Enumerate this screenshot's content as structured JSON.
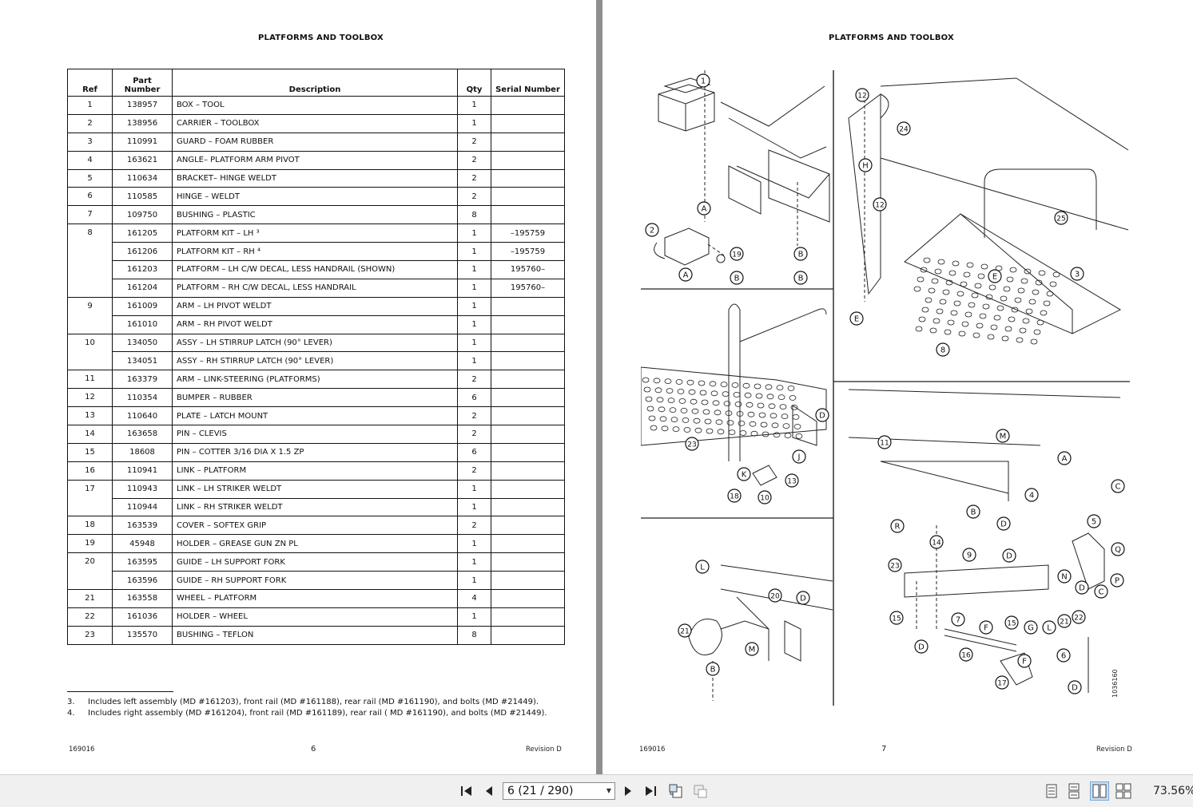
{
  "left_page": {
    "title": "PLATFORMS AND TOOLBOX",
    "footer_left": "169016",
    "footer_center": "6",
    "footer_right": "Revision  D"
  },
  "right_page": {
    "title": "PLATFORMS AND TOOLBOX",
    "footer_left": "169016",
    "footer_center": "7",
    "footer_right": "Revision  D",
    "figure_id": "1036160",
    "callouts": [
      "1",
      "2",
      "A",
      "19",
      "B",
      "B",
      "A",
      "B",
      "12",
      "24",
      "H",
      "12",
      "25",
      "3",
      "E",
      "E",
      "8",
      "D",
      "23",
      "J",
      "K",
      "13",
      "18",
      "10",
      "11",
      "M",
      "A",
      "4",
      "B",
      "D",
      "C",
      "R",
      "14",
      "9",
      "D",
      "5",
      "Q",
      "23",
      "N",
      "P",
      "D",
      "C",
      "15",
      "7",
      "F",
      "15",
      "G",
      "L",
      "21",
      "22",
      "D",
      "16",
      "F",
      "6",
      "17",
      "D",
      "L",
      "20",
      "D",
      "21",
      "M",
      "B"
    ]
  },
  "table": {
    "headers": {
      "ref": "Ref",
      "part_line1": "Part",
      "part_line2": "Number",
      "desc": "Description",
      "qty": "Qty",
      "serial": "Serial Number"
    },
    "rows": [
      {
        "ref": "1",
        "part": "138957",
        "desc": "BOX – TOOL",
        "qty": "1",
        "serial": ""
      },
      {
        "ref": "2",
        "part": "138956",
        "desc": "CARRIER – TOOLBOX",
        "qty": "1",
        "serial": ""
      },
      {
        "ref": "3",
        "part": "110991",
        "desc": "GUARD – FOAM RUBBER",
        "qty": "2",
        "serial": ""
      },
      {
        "ref": "4",
        "part": "163621",
        "desc": "ANGLE– PLATFORM ARM PIVOT",
        "qty": "2",
        "serial": ""
      },
      {
        "ref": "5",
        "part": "110634",
        "desc": "BRACKET– HINGE WELDT",
        "qty": "2",
        "serial": ""
      },
      {
        "ref": "6",
        "part": "110585",
        "desc": "HINGE – WELDT",
        "qty": "2",
        "serial": ""
      },
      {
        "ref": "7",
        "part": "109750",
        "desc": "BUSHING – PLASTIC",
        "qty": "8",
        "serial": ""
      },
      {
        "ref": "8",
        "part": "161205",
        "desc": "PLATFORM KIT – LH ³",
        "qty": "1",
        "serial": "–195759"
      },
      {
        "ref": "",
        "part": "161206",
        "desc": "PLATFORM KIT – RH ⁴",
        "qty": "1",
        "serial": "–195759"
      },
      {
        "ref": "",
        "part": "161203",
        "desc": "PLATFORM – LH C/W DECAL, LESS HANDRAIL (SHOWN)",
        "qty": "1",
        "serial": "195760–"
      },
      {
        "ref": "",
        "part": "161204",
        "desc": "PLATFORM – RH C/W DECAL, LESS HANDRAIL",
        "qty": "1",
        "serial": "195760–"
      },
      {
        "ref": "9",
        "part": "161009",
        "desc": "ARM – LH PIVOT WELDT",
        "qty": "1",
        "serial": ""
      },
      {
        "ref": "",
        "part": "161010",
        "desc": "ARM – RH PIVOT WELDT",
        "qty": "1",
        "serial": ""
      },
      {
        "ref": "10",
        "part": "134050",
        "desc": "ASSY – LH STIRRUP LATCH (90° LEVER)",
        "qty": "1",
        "serial": ""
      },
      {
        "ref": "",
        "part": "134051",
        "desc": "ASSY – RH STIRRUP LATCH (90° LEVER)",
        "qty": "1",
        "serial": ""
      },
      {
        "ref": "11",
        "part": "163379",
        "desc": "ARM – LINK-STEERING (PLATFORMS)",
        "qty": "2",
        "serial": ""
      },
      {
        "ref": "12",
        "part": "110354",
        "desc": "BUMPER – RUBBER",
        "qty": "6",
        "serial": ""
      },
      {
        "ref": "13",
        "part": "110640",
        "desc": "PLATE – LATCH MOUNT",
        "qty": "2",
        "serial": ""
      },
      {
        "ref": "14",
        "part": "163658",
        "desc": "PIN – CLEVIS",
        "qty": "2",
        "serial": ""
      },
      {
        "ref": "15",
        "part": "18608",
        "desc": "PIN – COTTER 3/16 DIA X 1.5 ZP",
        "qty": "6",
        "serial": ""
      },
      {
        "ref": "16",
        "part": "110941",
        "desc": "LINK – PLATFORM",
        "qty": "2",
        "serial": ""
      },
      {
        "ref": "17",
        "part": "110943",
        "desc": "LINK – LH STRIKER WELDT",
        "qty": "1",
        "serial": ""
      },
      {
        "ref": "",
        "part": "110944",
        "desc": "LINK – RH STRIKER WELDT",
        "qty": "1",
        "serial": ""
      },
      {
        "ref": "18",
        "part": "163539",
        "desc": "COVER – SOFTEX GRIP",
        "qty": "2",
        "serial": ""
      },
      {
        "ref": "19",
        "part": "45948",
        "desc": "HOLDER – GREASE GUN ZN PL",
        "qty": "1",
        "serial": ""
      },
      {
        "ref": "20",
        "part": "163595",
        "desc": "GUIDE – LH SUPPORT FORK",
        "qty": "1",
        "serial": ""
      },
      {
        "ref": "",
        "part": "163596",
        "desc": "GUIDE – RH SUPPORT FORK",
        "qty": "1",
        "serial": ""
      },
      {
        "ref": "21",
        "part": "163558",
        "desc": "WHEEL – PLATFORM",
        "qty": "4",
        "serial": ""
      },
      {
        "ref": "22",
        "part": "161036",
        "desc": "HOLDER – WHEEL",
        "qty": "1",
        "serial": ""
      },
      {
        "ref": "23",
        "part": "135570",
        "desc": "BUSHING – TEFLON",
        "qty": "8",
        "serial": ""
      }
    ]
  },
  "footnotes": [
    {
      "num": "3.",
      "text": "Includes left assembly (MD #161203), front rail (MD #161188), rear rail (MD #161190), and bolts (MD #21449)."
    },
    {
      "num": "4.",
      "text": "Includes right assembly (MD #161204), front rail (MD #161189), rear rail ( MD #161190), and bolts (MD #21449)."
    }
  ],
  "toolbar": {
    "page_select_value": "6 (21 / 290)",
    "zoom_level": "73.56%",
    "icons": [
      "first-page-icon",
      "prev-page-icon",
      "next-page-icon",
      "last-page-icon",
      "page-tool-icon-1",
      "page-tool-icon-2",
      "single-page-view-icon",
      "continuous-view-icon",
      "two-page-view-icon",
      "two-page-continuous-view-icon"
    ]
  }
}
